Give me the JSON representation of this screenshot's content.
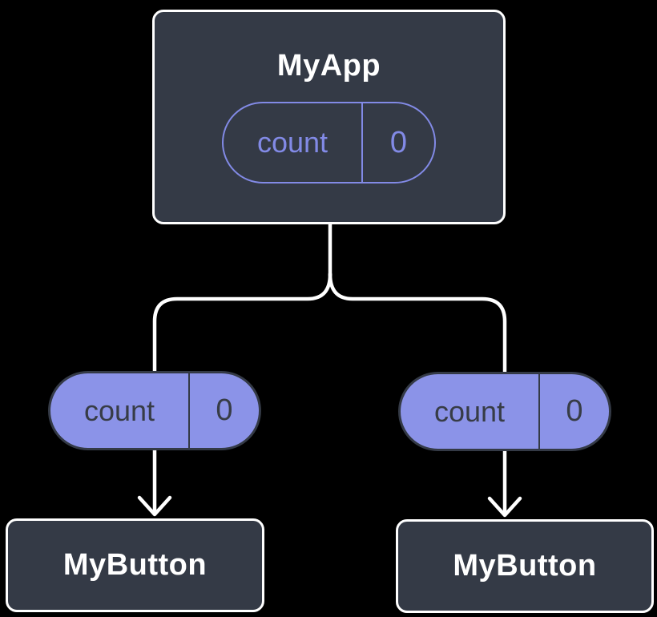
{
  "colors": {
    "background": "#000000",
    "box_bg": "#343a46",
    "box_border": "#ffffff",
    "pill_fill": "#8b93e8",
    "pill_outline": "#828ae6",
    "pill_text_dark": "#373c46",
    "connector": "#ffffff",
    "title_text": "#ffffff"
  },
  "tree": {
    "root": {
      "title": "MyApp",
      "state": {
        "name": "count",
        "value": "0"
      }
    },
    "children": [
      {
        "title": "MyButton",
        "prop": {
          "name": "count",
          "value": "0"
        }
      },
      {
        "title": "MyButton",
        "prop": {
          "name": "count",
          "value": "0"
        }
      }
    ]
  }
}
